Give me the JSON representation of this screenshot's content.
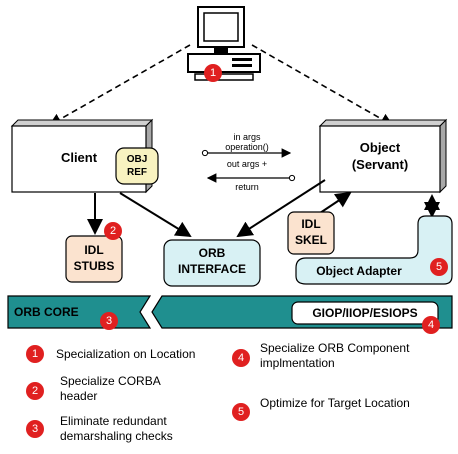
{
  "nodes": {
    "client": "Client",
    "object_line1": "Object",
    "object_line2": "(Servant)",
    "obj_ref_line1": "OBJ",
    "obj_ref_line2": "REF",
    "idl_stubs_line1": "IDL",
    "idl_stubs_line2": "STUBS",
    "orb_interface_line1": "ORB",
    "orb_interface_line2": "INTERFACE",
    "idl_skel_line1": "IDL",
    "idl_skel_line2": "SKEL",
    "object_adapter": "Object Adapter",
    "orb_core": "ORB CORE",
    "giop": "GIOP/IIOP/ESIOPS"
  },
  "arrows": {
    "in_args": "in args",
    "operation": "operation()",
    "out_args": "out args +",
    "return": "return"
  },
  "badges": [
    "1",
    "2",
    "3",
    "4",
    "5"
  ],
  "legend": [
    {
      "num": "1",
      "text": "Specialization on Location"
    },
    {
      "num": "2",
      "text": "Specialize CORBA header"
    },
    {
      "num": "3",
      "text": "Eliminate redundant demarshaling checks"
    },
    {
      "num": "4",
      "text": "Specialize ORB Component implmentation"
    },
    {
      "num": "5",
      "text": "Optimize for Target Location"
    }
  ],
  "colors": {
    "badge": "#e02020",
    "orb_core": "#1f8f8f",
    "idl_box": "#fbe3cf",
    "orb_interface": "#d8f1f4",
    "object_adapter": "#d8f1f4",
    "obj_ref": "#f8f2c0"
  }
}
